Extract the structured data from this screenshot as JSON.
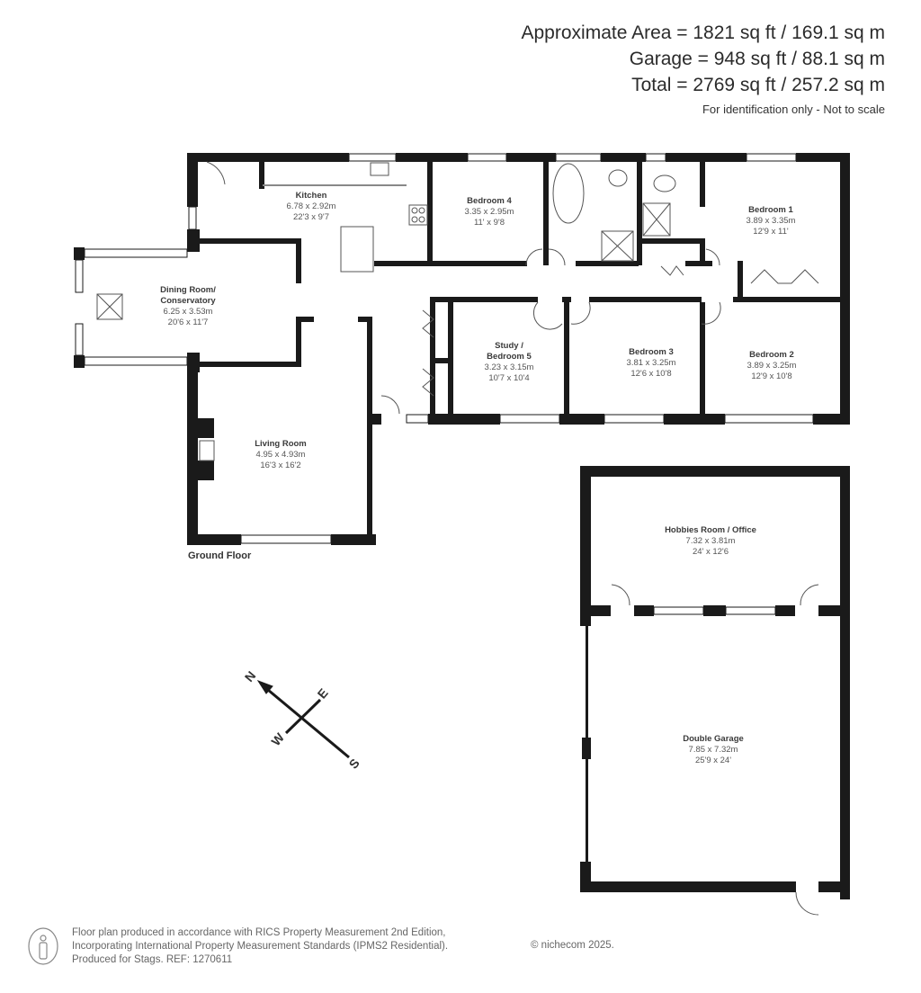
{
  "summary": {
    "approximate_area": "Approximate Area = 1821 sq ft / 169.1 sq m",
    "garage": "Garage = 948 sq ft / 88.1 sq m",
    "total": "Total = 2769 sq ft / 257.2 sq m",
    "disclaimer": "For identification only - Not to scale"
  },
  "floor_label": "Ground Floor",
  "rooms": {
    "kitchen": {
      "name": "Kitchen",
      "metric": "6.78 x 2.92m",
      "imperial": "22'3 x 9'7"
    },
    "bedroom4": {
      "name": "Bedroom 4",
      "metric": "3.35 x 2.95m",
      "imperial": "11' x 9'8"
    },
    "bedroom1": {
      "name": "Bedroom 1",
      "metric": "3.89 x 3.35m",
      "imperial": "12'9 x 11'"
    },
    "dining": {
      "name_line1": "Dining Room/",
      "name_line2": "Conservatory",
      "metric": "6.25 x 3.53m",
      "imperial": "20'6 x 11'7"
    },
    "study": {
      "name_line1": "Study /",
      "name_line2": "Bedroom 5",
      "metric": "3.23 x 3.15m",
      "imperial": "10'7 x 10'4"
    },
    "bedroom3": {
      "name": "Bedroom 3",
      "metric": "3.81 x 3.25m",
      "imperial": "12'6 x 10'8"
    },
    "bedroom2": {
      "name": "Bedroom 2",
      "metric": "3.89 x 3.25m",
      "imperial": "12'9 x 10'8"
    },
    "living": {
      "name": "Living Room",
      "metric": "4.95 x 4.93m",
      "imperial": "16'3 x 16'2"
    },
    "hobbies": {
      "name": "Hobbies Room / Office",
      "metric": "7.32 x 3.81m",
      "imperial": "24' x 12'6"
    },
    "garage": {
      "name": "Double Garage",
      "metric": "7.85 x 7.32m",
      "imperial": "25'9 x 24'"
    }
  },
  "compass": {
    "n": "N",
    "e": "E",
    "s": "S",
    "w": "W"
  },
  "footer": {
    "line1": "Floor plan produced in accordance with RICS Property Measurement 2nd Edition,",
    "line2": "Incorporating International Property Measurement Standards (IPMS2 Residential).",
    "line3": "Produced for Stags.   REF: 1270611",
    "copyright": "© nichecom 2025."
  },
  "colors": {
    "wall": "#1a1a1a",
    "text": "#333333",
    "background": "#ffffff"
  }
}
